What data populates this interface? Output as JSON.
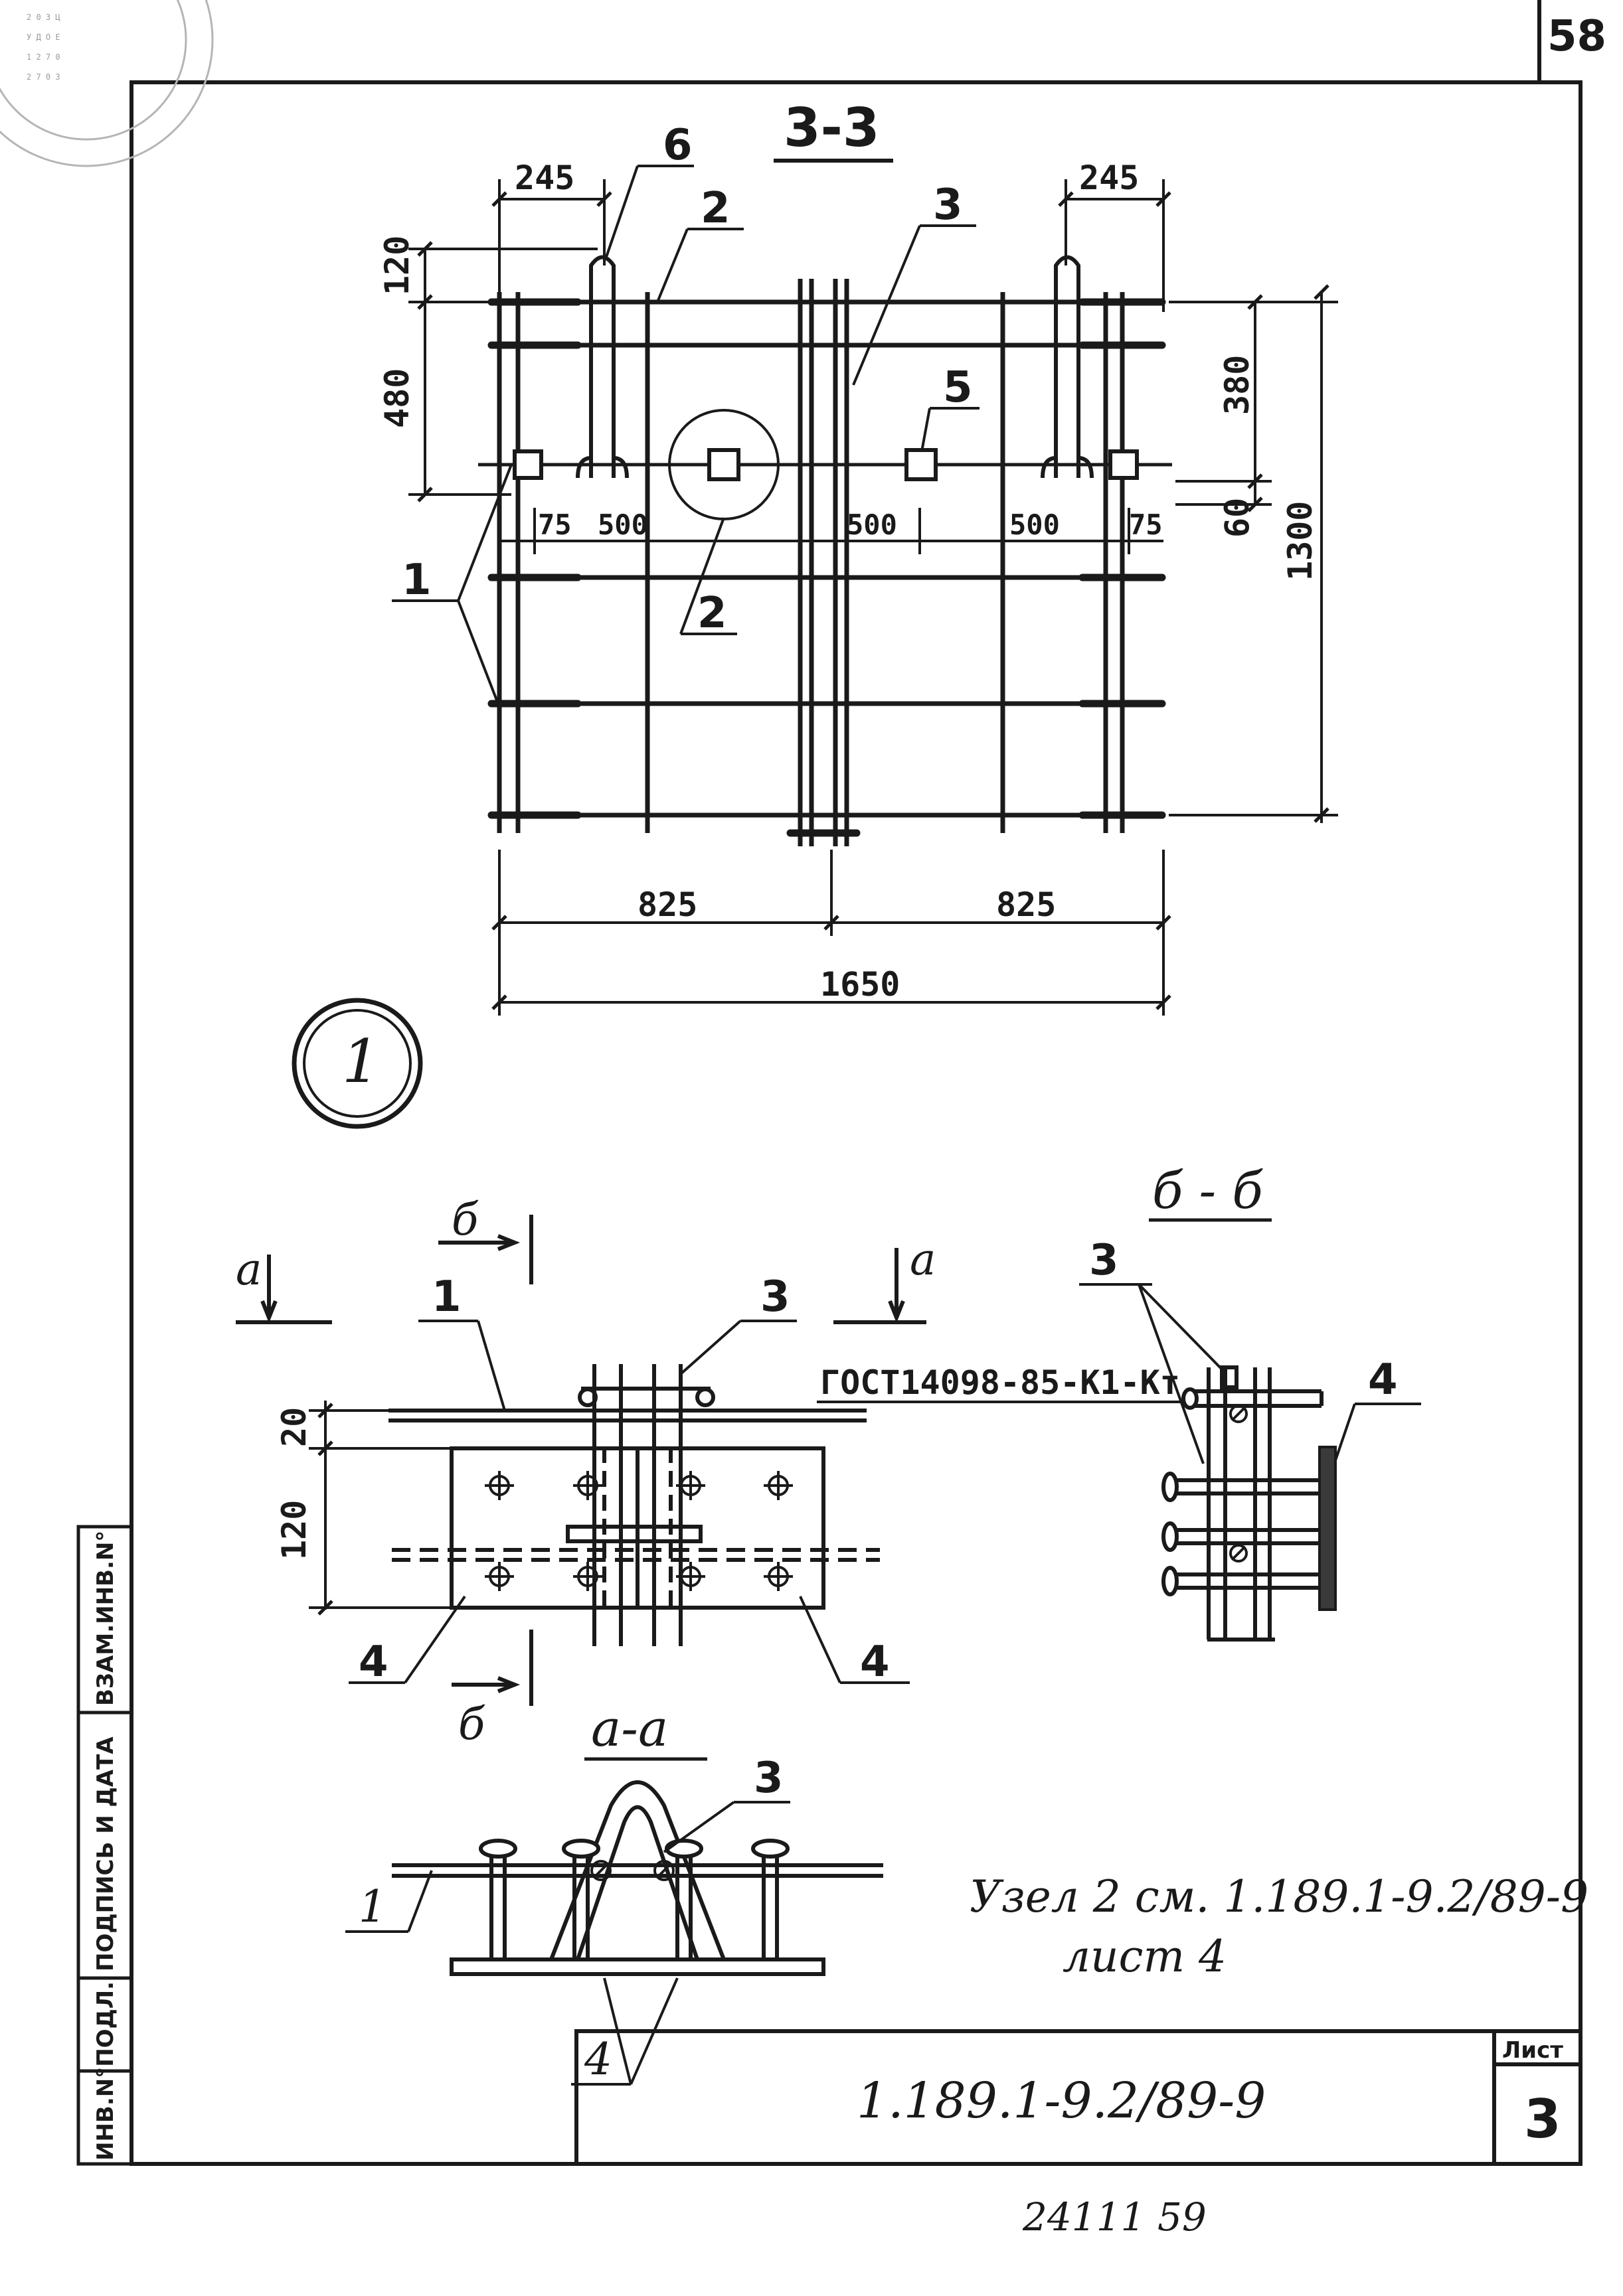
{
  "sheet_number_top": "58",
  "stamp_text": [
    "2 0 3 Ц",
    "У Д О Е",
    "1 2 7 0",
    "2 7 0 3"
  ],
  "section_33": {
    "title": "3-3",
    "dims": {
      "top_left": "245",
      "top_right": "245",
      "left_upper": "120",
      "left_lower": "480",
      "right_upper": "380",
      "right_lower": "60",
      "right_total": "1300",
      "seg_75_left": "75",
      "seg_500_1": "500",
      "seg_500_2": "500",
      "seg_500_3": "500",
      "seg_75_right": "75",
      "bottom_left": "825",
      "bottom_right": "825",
      "bottom_total": "1650"
    },
    "callouts": {
      "pos_6": "6",
      "pos_2_top": "2",
      "pos_3": "3",
      "pos_5": "5",
      "pos_2_bottom": "2",
      "pos_1": "1"
    }
  },
  "node_number": "1",
  "plan_view": {
    "cut_a_left": "а",
    "cut_a_right": "а",
    "cut_b_top": "б",
    "cut_b_bottom": "б",
    "dim_20": "20",
    "dim_120": "120",
    "pos_1": "1",
    "pos_3": "3",
    "pos_4_left": "4",
    "pos_4_right": "4"
  },
  "section_bb": {
    "title": "б - б",
    "standard_note": "ГОСТ14098-85-К1-Кт",
    "pos_3": "3",
    "pos_4": "4"
  },
  "section_aa": {
    "title": "а-а",
    "pos_3": "3",
    "pos_1": "1",
    "pos_4": "4"
  },
  "reference_note": {
    "line1": "Узел 2 см. 1.189.1-9.2/89-9",
    "line2": "лист 4"
  },
  "side_stamp": {
    "field1": "ИНВ.N°ПОДЛ.",
    "field2": "ПОДПИСЬ И ДАТА",
    "field3": "ВЗАМ.ИНВ.N°"
  },
  "title_block": {
    "document_code": "1.189.1-9.2/89-9",
    "sheet_label": "Лист",
    "sheet_number": "3"
  },
  "footer_number": "24111  59"
}
